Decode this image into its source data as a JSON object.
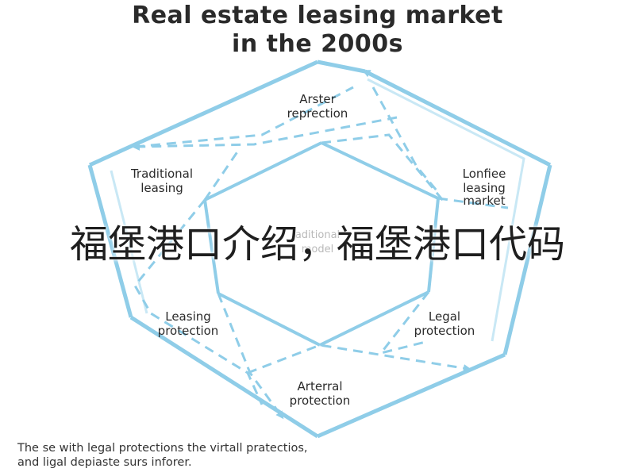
{
  "title": {
    "line1": "Real estate leasing market",
    "line2": "in the 2000s"
  },
  "nodes": {
    "top": [
      "Arster",
      "reprection"
    ],
    "top_left": [
      "Traditional",
      "leasing"
    ],
    "top_right": [
      "Lonfiee",
      "leasing",
      "market"
    ],
    "bottom_left": [
      "Leasing",
      "protection"
    ],
    "bottom_right": [
      "Legal",
      "protection"
    ],
    "bottom": [
      "Arterral",
      "protection"
    ],
    "center": [
      "aditional",
      "model"
    ]
  },
  "overlay_text": "福堡港口介绍，福堡港口代码",
  "caption": {
    "line1": "The se with legal protections the virtall pratectios,",
    "line2": "and ligal depiaste surs inforer."
  },
  "colors": {
    "line": "#8fcde8",
    "line_light": "#c9e8f5",
    "text": "#2b2b2b"
  }
}
